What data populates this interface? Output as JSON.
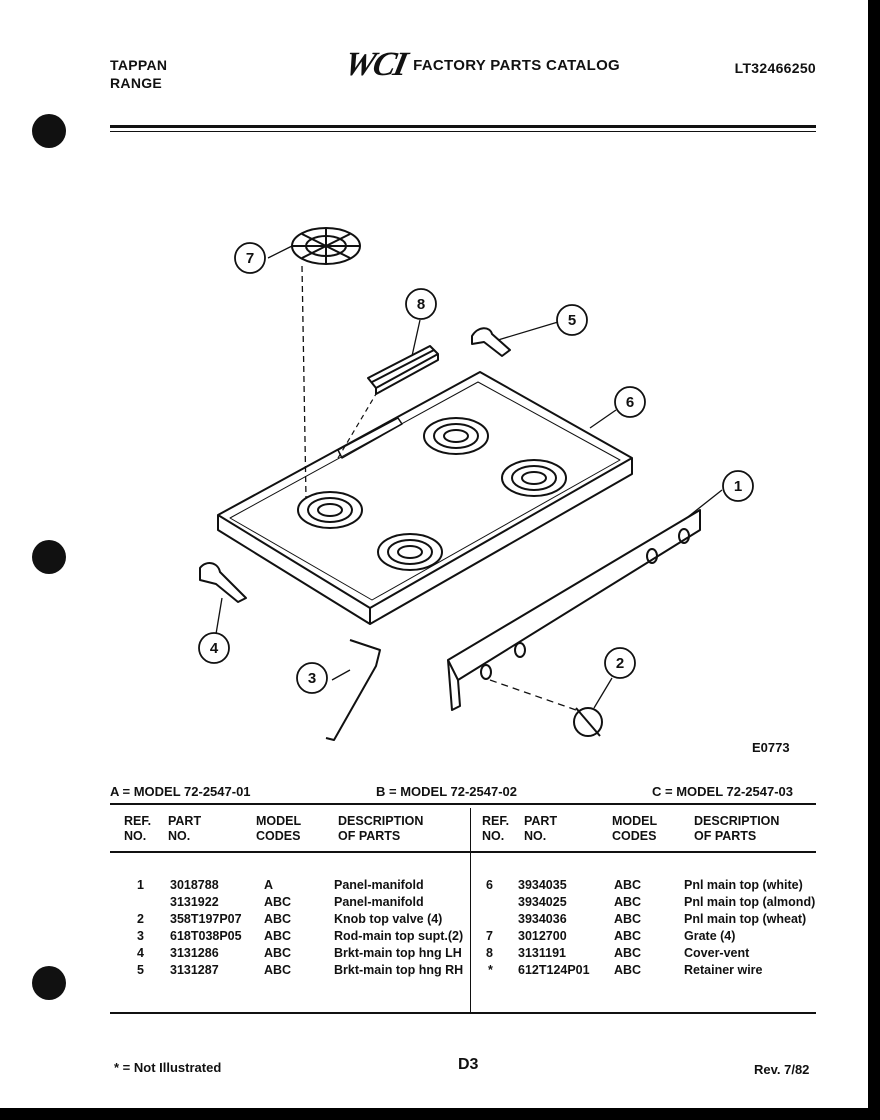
{
  "header": {
    "brand_line1": "TAPPAN",
    "brand_line2": "RANGE",
    "logo": "WCI",
    "catalog_title": "FACTORY PARTS CATALOG",
    "document_number": "LT32466250"
  },
  "figure": {
    "id": "E0773",
    "callouts": [
      "1",
      "2",
      "3",
      "4",
      "5",
      "6",
      "7",
      "8"
    ]
  },
  "models": {
    "a": "A = MODEL 72-2547-01",
    "b": "B = MODEL 72-2547-02",
    "c": "C = MODEL 72-2547-03"
  },
  "columns": {
    "ref_1": "REF.",
    "ref_2": "NO.",
    "part_1": "PART",
    "part_2": "NO.",
    "model_1": "MODEL",
    "model_2": "CODES",
    "desc_1": "DESCRIPTION",
    "desc_2": "OF PARTS"
  },
  "left_rows": [
    {
      "ref": "1",
      "part": "3018788",
      "model": "A",
      "desc": "Panel-manifold"
    },
    {
      "ref": "",
      "part": "3131922",
      "model": "ABC",
      "desc": "Panel-manifold"
    },
    {
      "ref": "2",
      "part": "358T197P07",
      "model": "ABC",
      "desc": "Knob top valve (4)"
    },
    {
      "ref": "3",
      "part": "618T038P05",
      "model": "ABC",
      "desc": "Rod-main top supt.(2)"
    },
    {
      "ref": "4",
      "part": "3131286",
      "model": "ABC",
      "desc": "Brkt-main top hng LH"
    },
    {
      "ref": "5",
      "part": "3131287",
      "model": "ABC",
      "desc": "Brkt-main top hng RH"
    }
  ],
  "right_rows": [
    {
      "ref": "6",
      "part": "3934035",
      "model": "ABC",
      "desc": "Pnl main top (white)"
    },
    {
      "ref": "",
      "part": "3934025",
      "model": "ABC",
      "desc": "Pnl main top (almond)"
    },
    {
      "ref": "",
      "part": "3934036",
      "model": "ABC",
      "desc": "Pnl main top (wheat)"
    },
    {
      "ref": "7",
      "part": "3012700",
      "model": "ABC",
      "desc": "Grate (4)"
    },
    {
      "ref": "8",
      "part": "3131191",
      "model": "ABC",
      "desc": "Cover-vent"
    },
    {
      "ref": "*",
      "part": "612T124P01",
      "model": "ABC",
      "desc": "Retainer wire"
    }
  ],
  "footer": {
    "note": "* = Not Illustrated",
    "page": "D3",
    "revision": "Rev. 7/82"
  }
}
